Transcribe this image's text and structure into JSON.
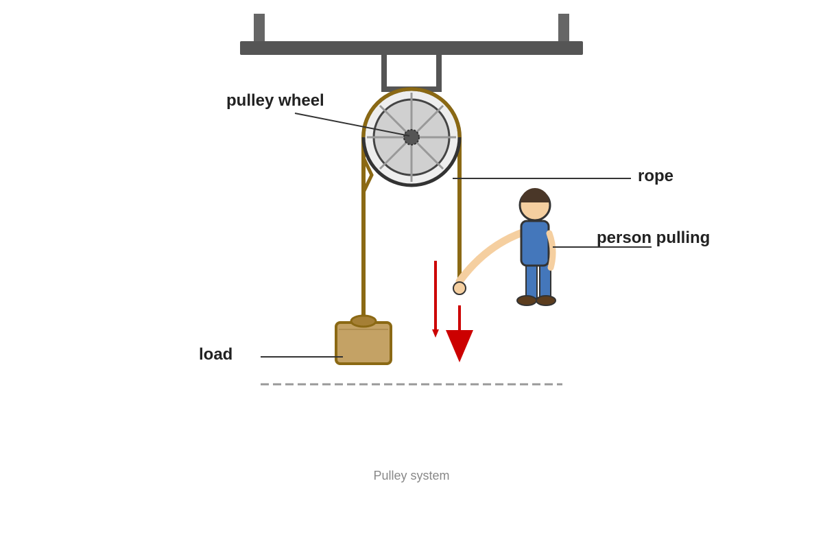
{
  "labels": {
    "pulley_wheel": "pulley wheel",
    "rope": "rope",
    "person_pulling": "person pulling",
    "load": "load"
  },
  "caption": "Pulley system",
  "colors": {
    "beam": "#555555",
    "rope": "#8B6914",
    "wheel_rim": "#333333",
    "wheel_face": "#d0d0d0",
    "load_fill": "#c4a265",
    "force_arrow": "#cc0000",
    "person_shirt": "#4477bb",
    "person_skin": "#f5cfa0",
    "person_hair": "#4a3728",
    "ground_line": "#999999",
    "caption_text": "#888888"
  }
}
